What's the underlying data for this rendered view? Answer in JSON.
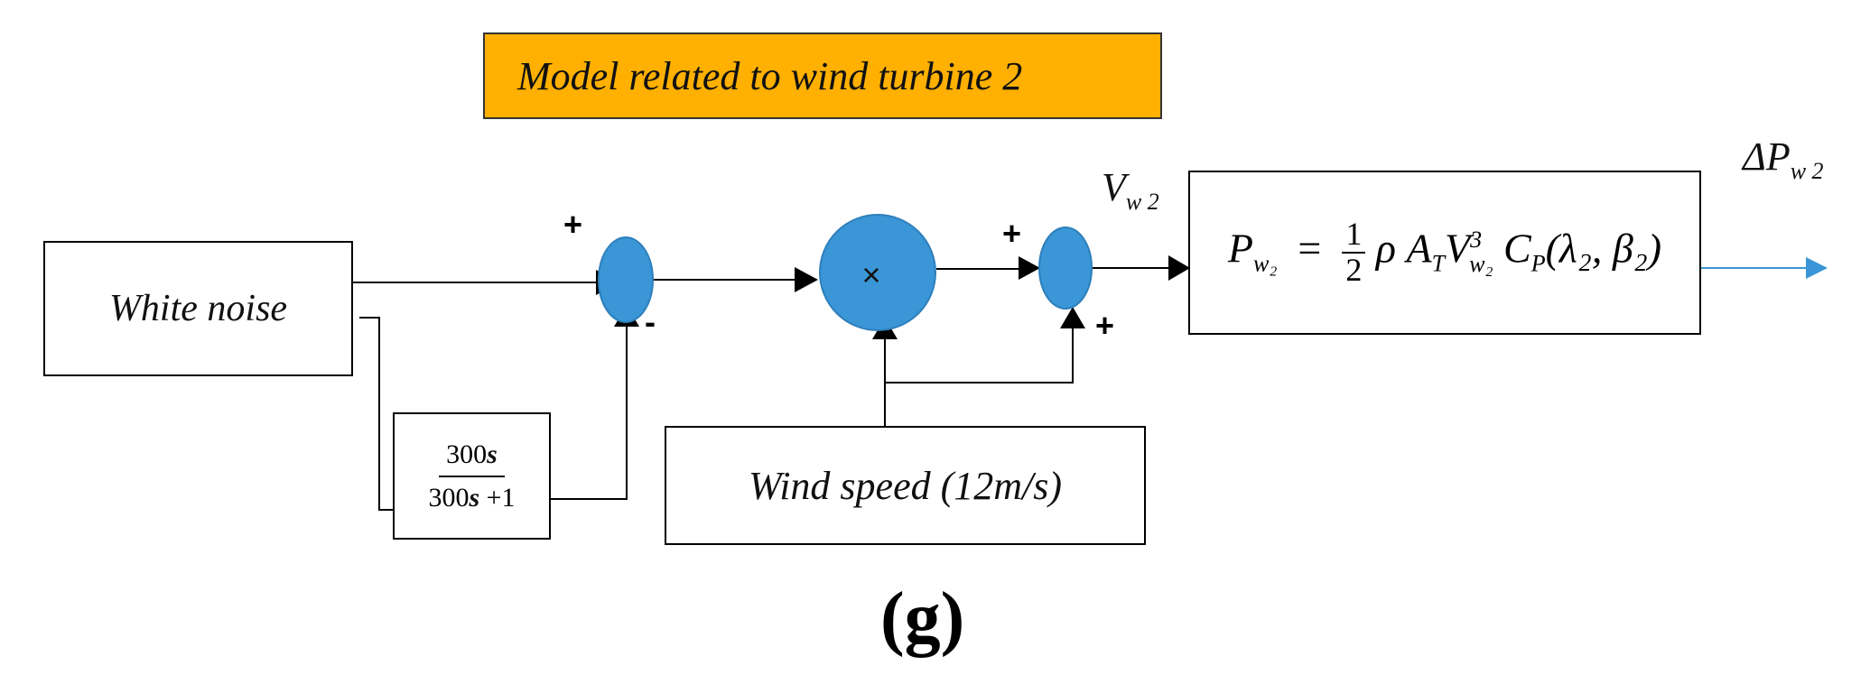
{
  "diagram": {
    "title": "Model related to wind turbine 2",
    "white_noise_label": "White noise",
    "transfer_function": {
      "numerator_coef": "300",
      "variable": "s",
      "denominator_tail": " +1"
    },
    "wind_speed_label": "Wind speed (12m/s)",
    "multiplier_symbol": "×",
    "equation": {
      "lhs": "P",
      "lhs_sub": "w₂",
      "frac_num": "1",
      "frac_den": "2",
      "rho": "ρ",
      "area": "A",
      "area_sub": "T",
      "speed": "V",
      "speed_sub": "w₂",
      "speed_sup": "3",
      "coef": "C",
      "coef_sub": "P",
      "args": "(λ₂, β₂)"
    },
    "signal_vw": {
      "base": "V",
      "sub": "w 2"
    },
    "signal_dp": {
      "base": "ΔP",
      "sub": "w 2"
    },
    "signs": {
      "sum1_top": "+",
      "sum1_bottom": "-",
      "sum2_top": "+",
      "sum2_bottom": "+"
    },
    "caption": "(g)",
    "colors": {
      "title_fill": "#FFB000",
      "node_fill": "#3A96D6",
      "output_arrow": "#3A96D6"
    }
  }
}
